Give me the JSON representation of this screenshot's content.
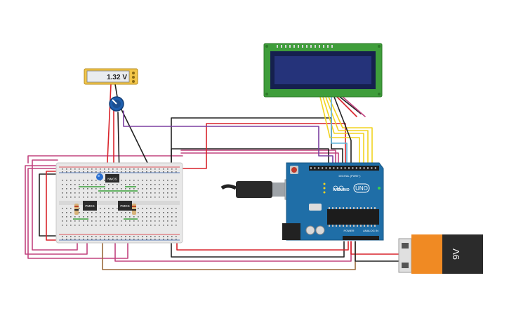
{
  "multimeter": {
    "reading": "1.32 V"
  },
  "transistors": [
    {
      "label": "NMOS"
    },
    {
      "label": "PMOS"
    },
    {
      "label": "PMOS"
    }
  ],
  "arduino": {
    "brand": "ARDUINO",
    "model": "UNO",
    "digital_label": "DIGITAL (PWM~)",
    "power_label": "POWER",
    "analog_label": "ANALOG IN"
  },
  "battery": {
    "label": "9V"
  },
  "colors": {
    "wire_red": "#d9242b",
    "wire_black": "#222222",
    "wire_pink": "#c2437f",
    "wire_purple": "#7b3fa0",
    "wire_yellow": "#f2d321",
    "wire_blue": "#5fb3d9",
    "wire_brown": "#9a6a3c",
    "wire_green": "#3aa13a",
    "arduino_blue": "#1f6ea7",
    "lcd_green": "#3f9e3b",
    "lcd_screen": "#25337a",
    "battery_orange": "#f08a23"
  }
}
